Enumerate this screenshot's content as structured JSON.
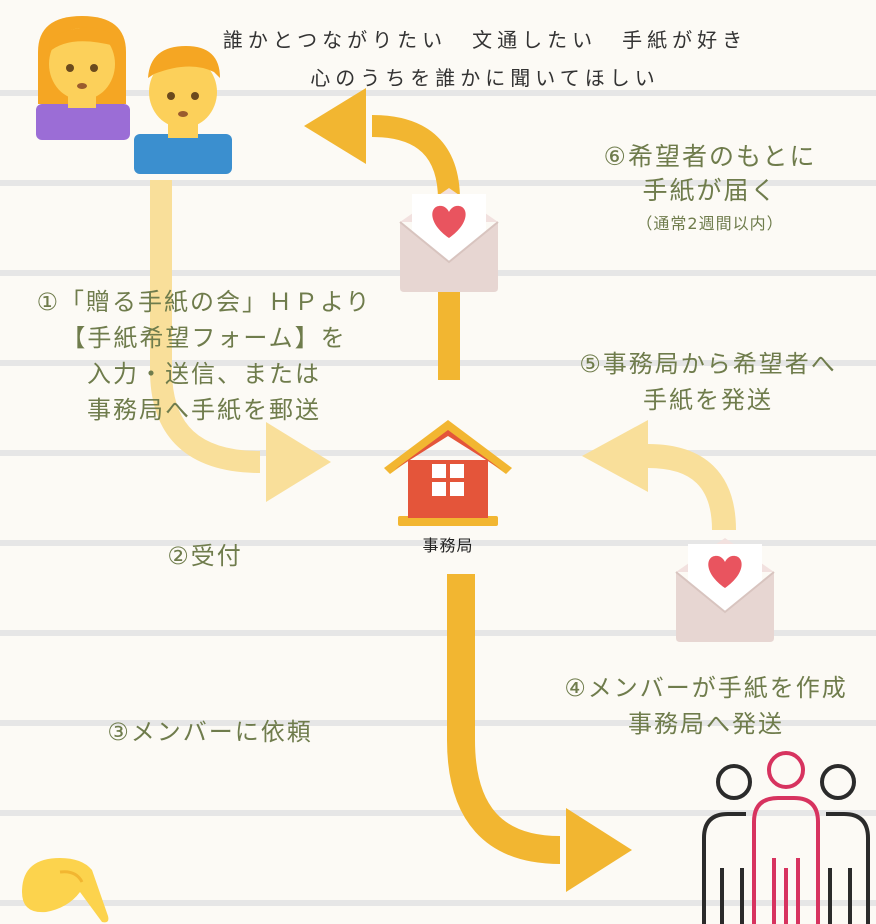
{
  "header": {
    "line1": "誰かとつながりたい　文通したい　手紙が好き",
    "line2": "心のうちを誰かに聞いてほしい"
  },
  "steps": {
    "s1": [
      "①「贈る手紙の会」ＨＰより",
      "【手紙希望フォーム】を",
      "入力・送信、または",
      "事務局へ手紙を郵送"
    ],
    "s2": "②受付",
    "s3": "③メンバーに依頼",
    "s4": [
      "④メンバーが手紙を作成",
      "事務局へ発送"
    ],
    "s5": [
      "⑤事務局から希望者へ",
      "手紙を発送"
    ],
    "s6": [
      "⑥希望者のもとに",
      "手紙が届く"
    ],
    "s6_note": "（通常2週間以内）"
  },
  "office": {
    "label": "事務局"
  },
  "colors": {
    "arrow_solid": "#f2b631",
    "arrow_light": "#f9df9a",
    "text": "#6f7c4c",
    "house": "#e4553a",
    "heart": "#e9545f",
    "people_accent": "#d7335f"
  },
  "icons": [
    "people-icon",
    "envelope-heart-icon",
    "house-icon",
    "group-icon",
    "pointing-hand-icon"
  ]
}
